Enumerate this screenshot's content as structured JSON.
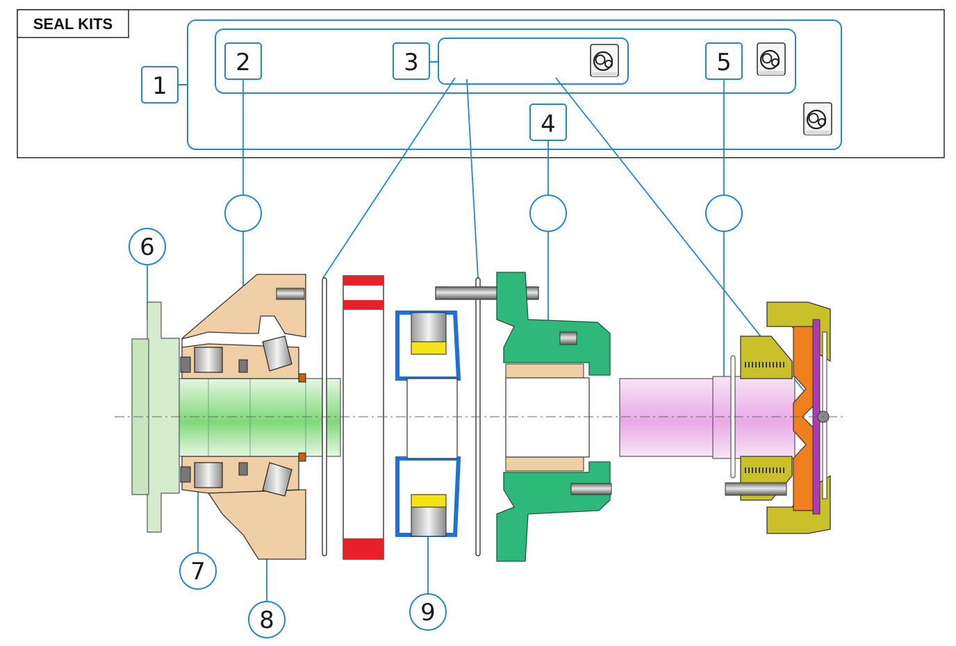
{
  "seal_kits": {
    "title": "SEAL KITS",
    "kit_labels": [
      "1",
      "2",
      "3",
      "4",
      "5"
    ]
  },
  "callouts": [
    "6",
    "7",
    "8",
    "9"
  ],
  "icons": [
    "seal-kit-icon",
    "seal-kit-icon",
    "seal-kit-icon"
  ],
  "colors": {
    "leader": "#1e8ac9",
    "hub_flange": "#cfe8c6",
    "hub_shaft": "#8fe08c",
    "housing_tan": "#f1cfa6",
    "spacer_red": "#e8202a",
    "carrier_blue": "#1e6fe0",
    "bearing_yellow": "#f3e315",
    "housing_green": "#2eb87a",
    "shaft_pink": "#eec0ec",
    "brake_olive": "#c9c02a",
    "piston_orange": "#f07f1d",
    "disc_purple": "#b03ab3"
  }
}
